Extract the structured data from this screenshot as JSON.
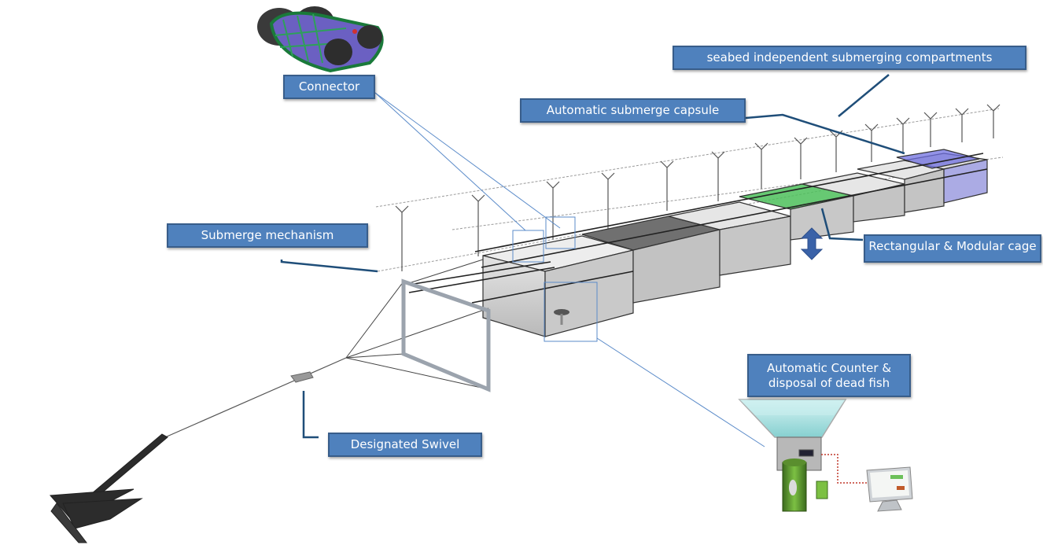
{
  "labels": {
    "connector": "Connector",
    "seabed_compartments": "seabed independent submerging compartments",
    "submerge_capsule": "Automatic submerge capsule",
    "submerge_mechanism": "Submerge mechanism",
    "rect_cage": "Rectangular & Modular cage",
    "counter_disposal": "Automatic Counter & disposal of dead fish",
    "swivel": "Designated Swivel"
  },
  "colors": {
    "label_fill": "#4f81bd",
    "label_border": "#385d8a",
    "leader_line": "#1f4e79",
    "capsule_green": "#4cc05a",
    "capsule_blue": "#6f6fe0",
    "cage_fill": "#c8c8c8",
    "arrow_blue": "#3a62a8"
  },
  "icons": [
    "connector-device-icon",
    "updown-arrow-icon",
    "anchor-icon",
    "swivel-icon",
    "monitor-icon"
  ]
}
